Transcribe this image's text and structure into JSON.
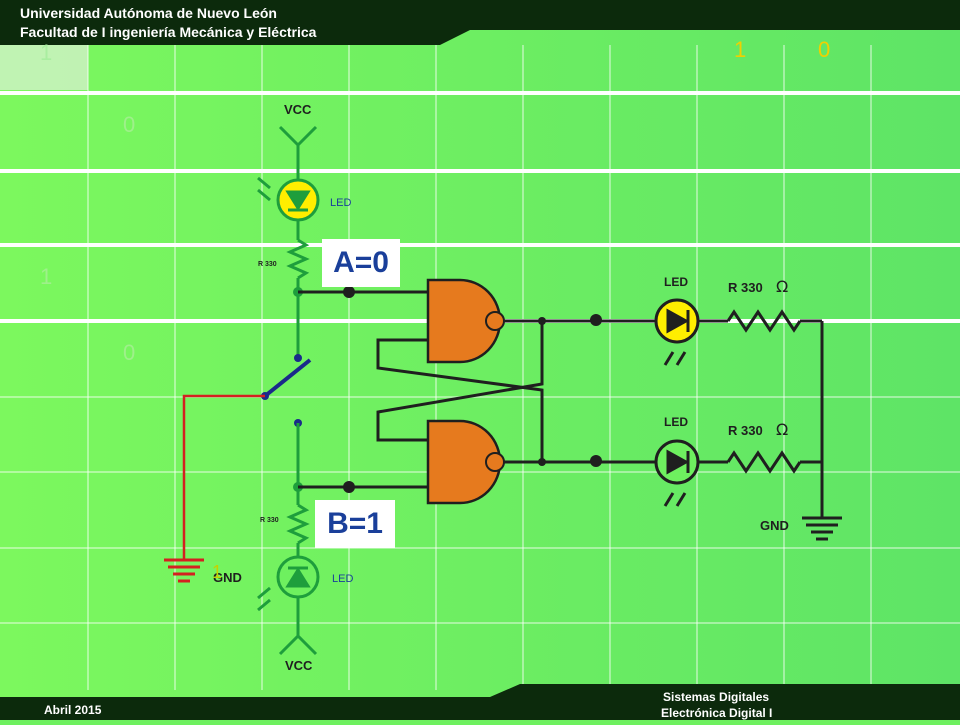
{
  "header": {
    "university": "Universidad Autónoma de Nuevo León",
    "faculty": "Facultad de I ingeniería Mecánica y Eléctrica"
  },
  "footer": {
    "date": "Abril 2015",
    "course_line1": "Sistemas Digitales",
    "course_line2": "Electrónica Digital I"
  },
  "labels": {
    "vcc": "VCC",
    "led": "LED",
    "gnd": "GND",
    "r330": "R 330",
    "r330_ohm": "R 330",
    "ohm": "Ω",
    "input_a": "A=0",
    "input_b": "B=1"
  },
  "ghost_digits": {
    "top_left": "1",
    "top_right_1": "1",
    "top_right_0": "0",
    "left_0_upper": "0",
    "left_1": "1",
    "left_0_lower": "0",
    "bottom": "1"
  },
  "colors": {
    "background": "#6ef05f",
    "header_bar": "#0c2a0c",
    "wire": "#1f1f1f",
    "green_wire": "#1e9e3c",
    "red_wire": "#d42020",
    "gate": "#e67a1e",
    "led_on": "#ffee00",
    "label_text": "#1a3f9a"
  }
}
